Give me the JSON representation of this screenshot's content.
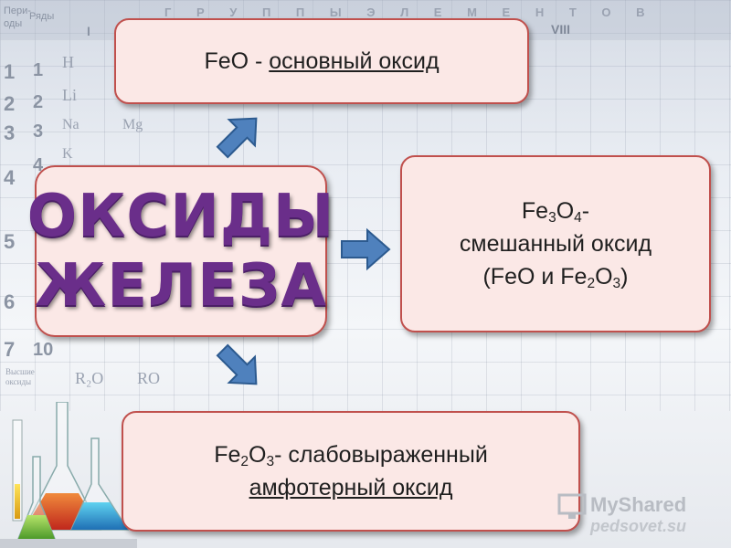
{
  "background": {
    "header_left_1": "Пери-",
    "header_left_2": "оды",
    "header_rows": "Ряды",
    "header_letters": "Г Р У П П Ы   Э Л Е М Е Н Т О В",
    "header_group_i": "I",
    "header_group_viii": "VIII",
    "periods": [
      "1",
      "2",
      "3",
      "4",
      "5",
      "6",
      "7"
    ],
    "rows": [
      "1",
      "2",
      "3",
      "4",
      "10"
    ],
    "ghost_elements": [
      "H",
      "Li",
      "Na",
      "Mg",
      "K",
      "R₂O",
      "RO"
    ],
    "ghost_label_1": "Высшие",
    "ghost_label_2": "оксиды"
  },
  "title_box": {
    "line1": "ОКСИДЫ",
    "line2": "ЖЕЛЕЗА"
  },
  "box_top": {
    "prefix": "FeO - ",
    "underlined": "основный оксид"
  },
  "box_right": {
    "formula_fe": "Fe",
    "sub_3": "3",
    "formula_o": "O",
    "sub_4": "4",
    "dash": "-",
    "line2": "смешанный оксид",
    "line3_open": "(FeO и Fe",
    "sub_2": "2",
    "line3_o": "O",
    "sub_3b": "3",
    "line3_close": ")"
  },
  "box_bottom": {
    "formula_fe": "Fe",
    "sub_2": "2",
    "formula_o": "O",
    "sub_3": "3",
    "text1": "- слабовыраженный",
    "underlined": "амфотерный оксид"
  },
  "watermark": {
    "brand": "MyShared",
    "site": "pedsovet.su"
  },
  "colors": {
    "box_fill": "#fbe8e6",
    "box_border": "#c0504d",
    "title_purple": "#6a2e8a",
    "arrow_blue": "#4f81bd"
  }
}
